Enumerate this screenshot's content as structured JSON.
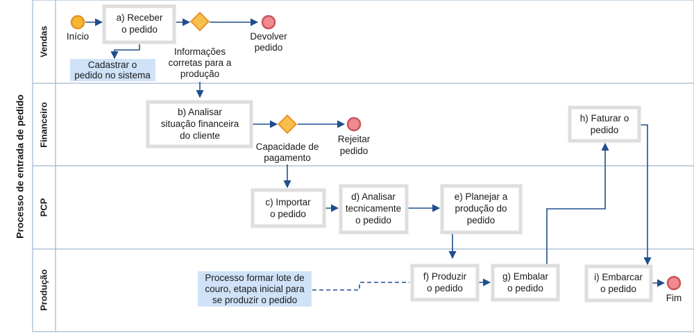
{
  "diagram": {
    "pool_label": "Processo de entrada de pedido",
    "lanes": [
      "Vendas",
      "Financeiro",
      "PCP",
      "Produção"
    ],
    "start_event": {
      "label": "Início"
    },
    "end_events": {
      "devolver": [
        "Devolver",
        "pedido"
      ],
      "rejeitar": [
        "Rejeitar",
        "pedido"
      ],
      "fim": [
        "Fim"
      ]
    },
    "gateways": {
      "informacoes": [
        "Informações",
        "corretas para a",
        "produção"
      ],
      "capacidade": [
        "Capacidade de",
        "pagamento"
      ]
    },
    "tasks": {
      "a": [
        "a) Receber",
        "o pedido"
      ],
      "b": [
        "b) Analisar",
        "situação financeira",
        "do cliente"
      ],
      "c": [
        "c) Importar",
        "o pedido"
      ],
      "d": [
        "d) Analisar",
        "tecnicamente",
        "o pedido"
      ],
      "e": [
        "e) Planejar a",
        "produção do",
        "pedido"
      ],
      "f": [
        "f) Produzir",
        "o pedido"
      ],
      "g": [
        "g) Embalar",
        "o pedido"
      ],
      "h": [
        "h) Faturar o",
        "pedido"
      ],
      "i": [
        "i) Embarcar",
        "o pedido"
      ]
    },
    "notes": {
      "cadastrar": [
        "Cadastrar o",
        "pedido no sistema"
      ],
      "couro": [
        "Processo formar lote de",
        "couro, etapa inicial para",
        "se produzir o pedido"
      ]
    },
    "colors": {
      "lane_border": "#9fb8cf",
      "flow": "#1f4e8c",
      "task_border": "#dedede",
      "note_fill": "#cfe2f7",
      "start_fill": "#f5b82e",
      "start_stroke": "#e8912a",
      "end_fill": "#ef8a8f",
      "end_stroke": "#c9545b",
      "gateway_fill": "#f7c04a",
      "gateway_stroke": "#e8912a"
    }
  }
}
